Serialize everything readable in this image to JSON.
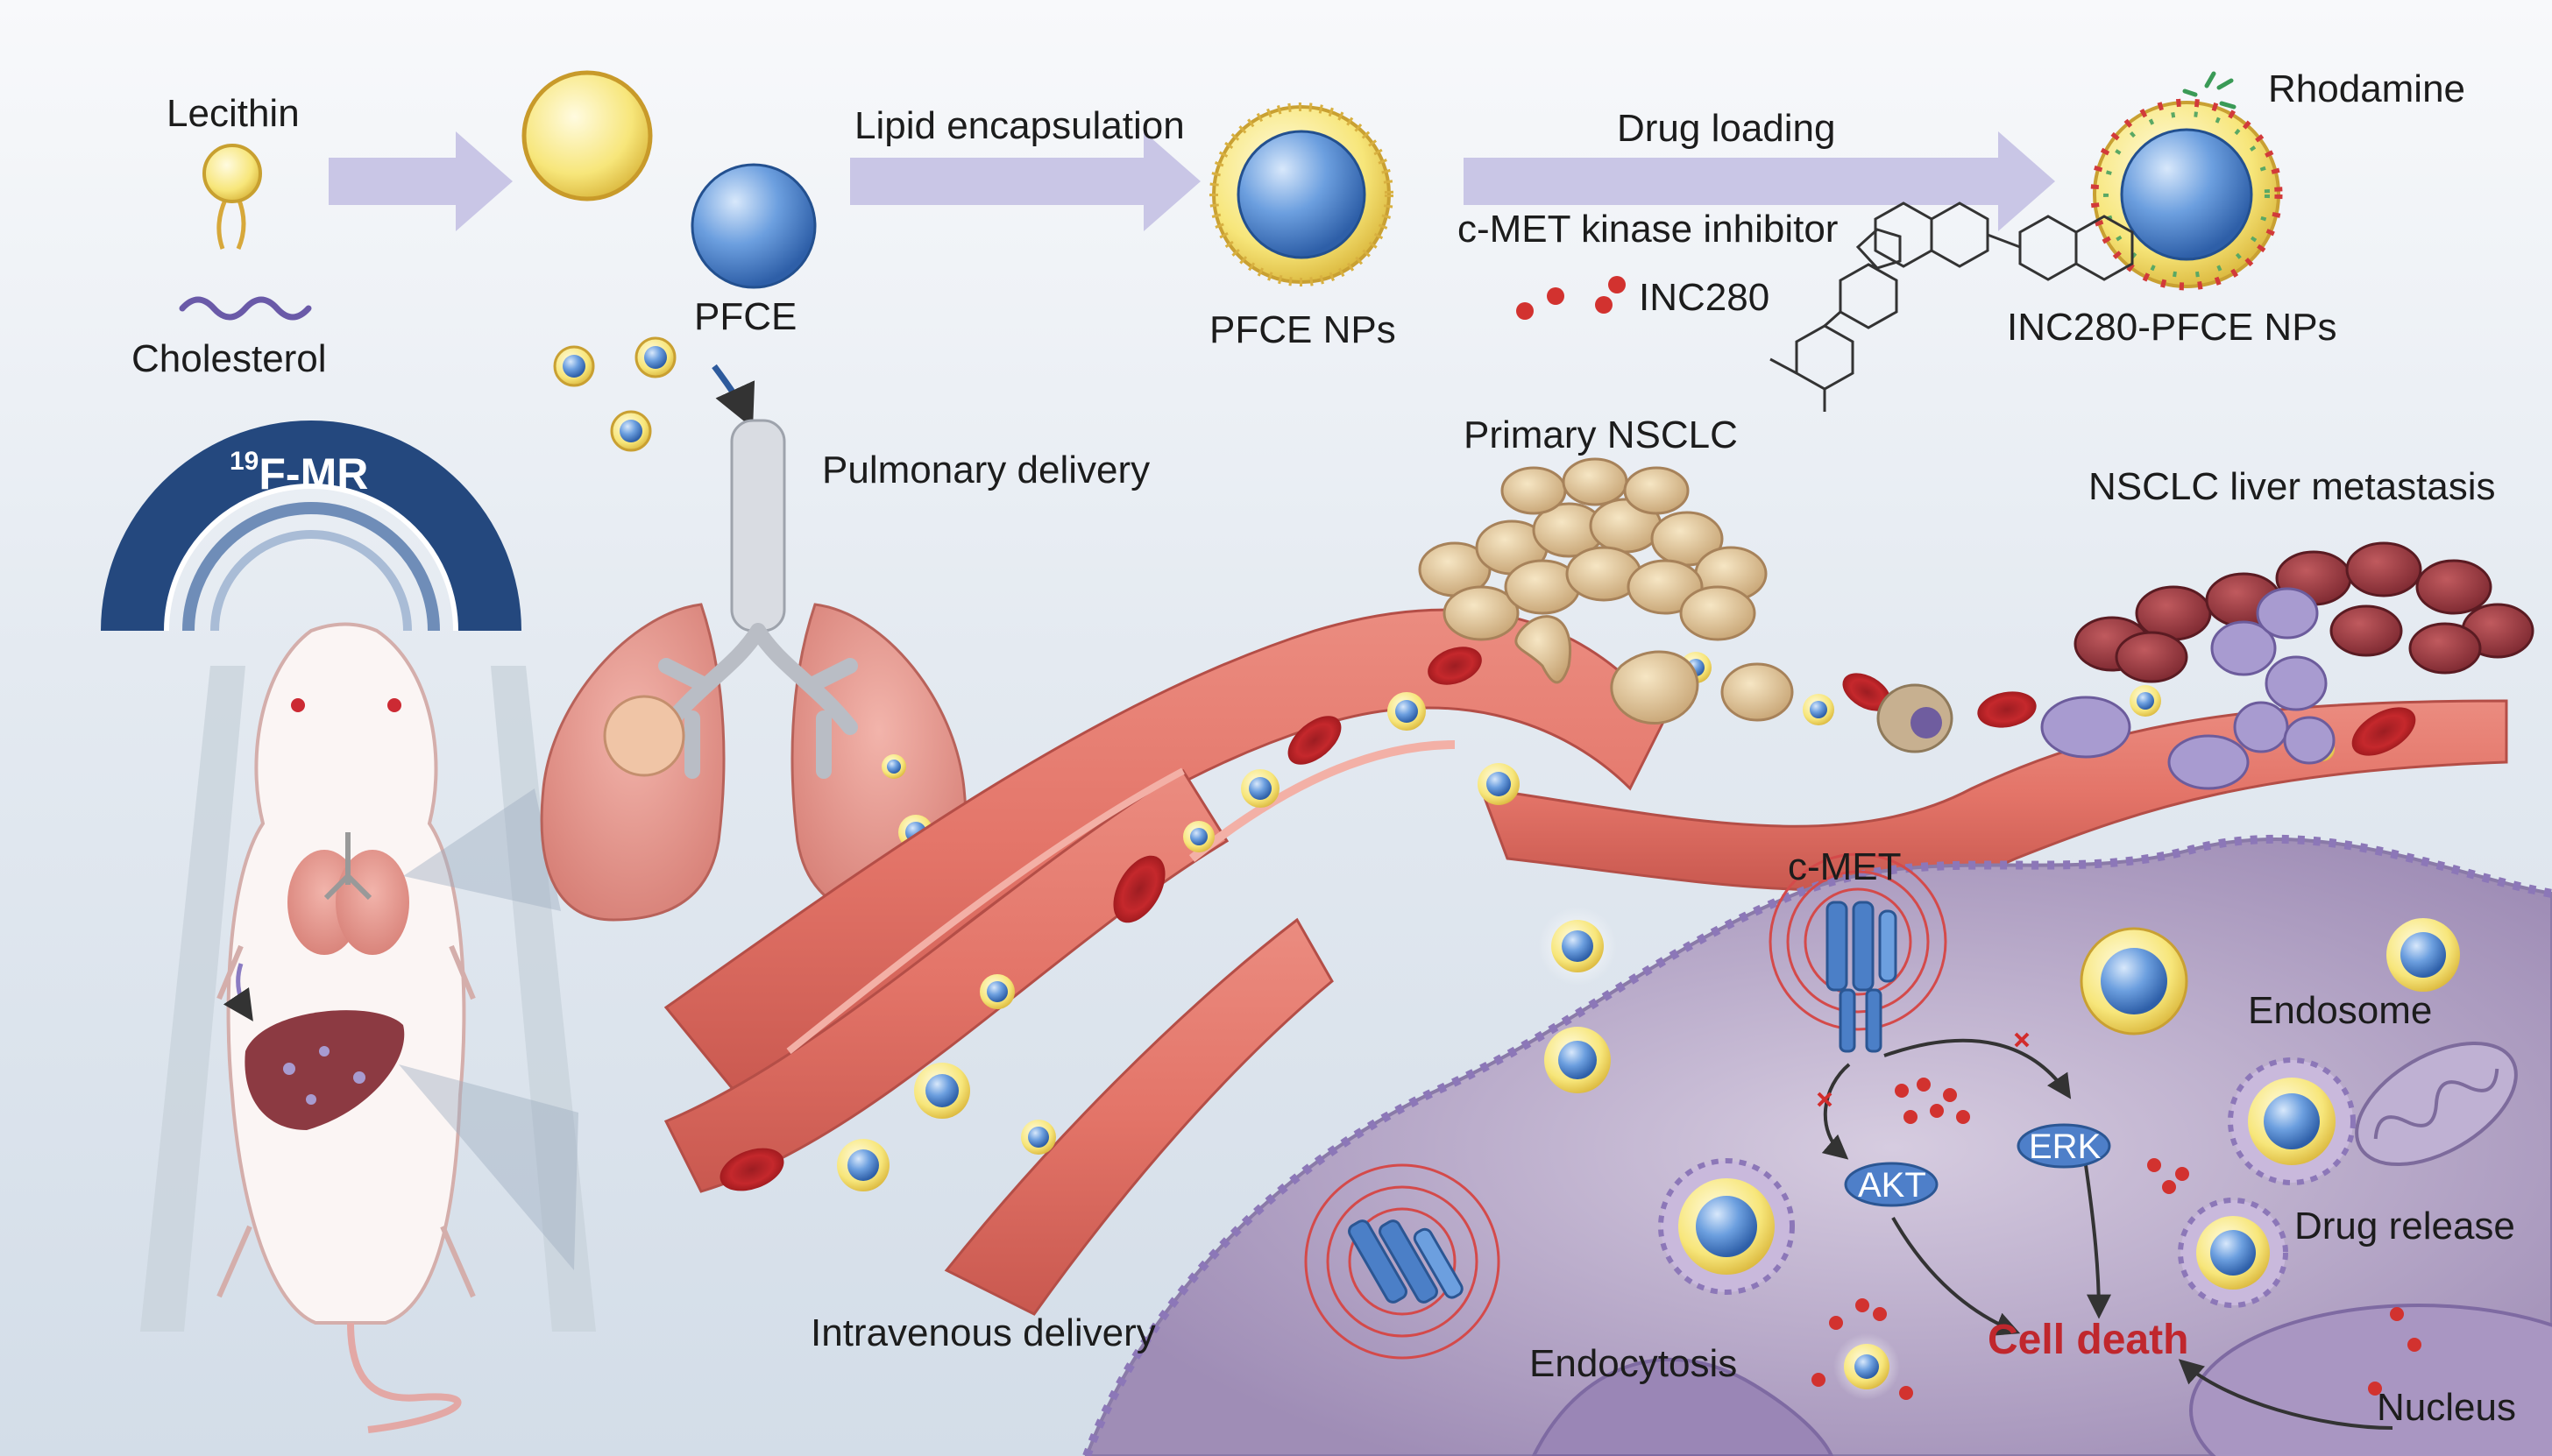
{
  "labels": {
    "lecithin": "Lecithin",
    "cholesterol": "Cholesterol",
    "pfce": "PFCE",
    "lipid_encapsulation": "Lipid encapsulation",
    "pfce_nps": "PFCE NPs",
    "drug_loading": "Drug loading",
    "inhibitor": "c-MET kinase inhibitor",
    "inc280": "INC280",
    "rhodamine": "Rhodamine",
    "inc280_pfce_nps": "INC280-PFCE NPs",
    "mr_sup": "19",
    "mr_text": "F-MR",
    "pulmonary_delivery": "Pulmonary delivery",
    "primary_nsclc": "Primary NSCLC",
    "liver_metastasis": "NSCLC liver metastasis",
    "c_met": "c-MET",
    "endosome": "Endosome",
    "akt": "AKT",
    "erk": "ERK",
    "drug_release": "Drug release",
    "intravenous_delivery": "Intravenous delivery",
    "endocytosis": "Endocytosis",
    "cell_death": "Cell death",
    "nucleus": "Nucleus"
  },
  "colors": {
    "arrow": "#c9c6e6",
    "vessel": "#df7468",
    "cell": "#b7a7c6",
    "nanoparticle_core": "#5b8fd6",
    "lipid_shell": "#e9d66a",
    "mri_ring": "#24487e",
    "accent_red": "#c0272d"
  }
}
